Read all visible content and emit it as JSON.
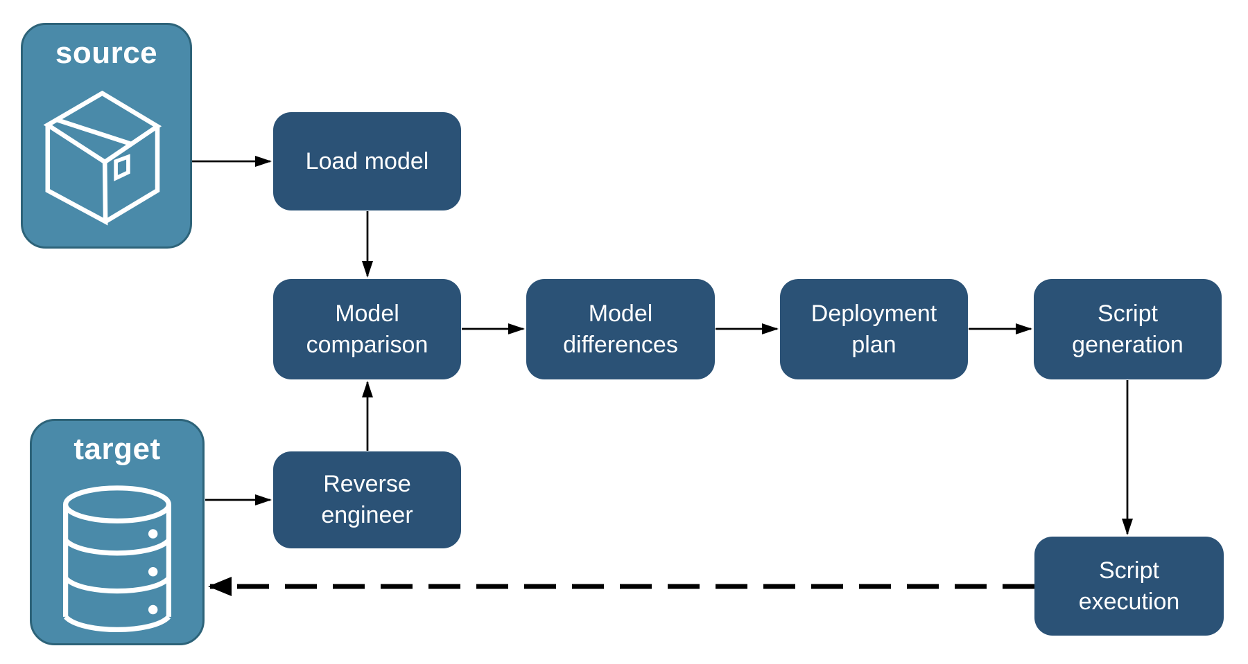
{
  "diagram": {
    "type": "flowchart",
    "background": "#FFFFFF",
    "colors": {
      "entity_fill": "#4A8AA9",
      "entity_border": "#2D6379",
      "process_fill": "#2B5276",
      "text": "#FFFFFF",
      "arrow": "#000000"
    },
    "entities": [
      {
        "id": "source",
        "label": "source",
        "icon": "package-icon"
      },
      {
        "id": "target",
        "label": "target",
        "icon": "database-icon"
      }
    ],
    "processes": [
      {
        "id": "load-model",
        "label": "Load model"
      },
      {
        "id": "model-comparison",
        "label": "Model comparison"
      },
      {
        "id": "model-differences",
        "label": "Model differences"
      },
      {
        "id": "deployment-plan",
        "label": "Deployment plan"
      },
      {
        "id": "script-generation",
        "label": "Script generation"
      },
      {
        "id": "reverse-engineer",
        "label": "Reverse engineer"
      },
      {
        "id": "script-execution",
        "label": "Script execution"
      }
    ],
    "edges": [
      {
        "from": "source",
        "to": "load-model",
        "style": "solid"
      },
      {
        "from": "load-model",
        "to": "model-comparison",
        "style": "solid"
      },
      {
        "from": "model-comparison",
        "to": "model-differences",
        "style": "solid"
      },
      {
        "from": "model-differences",
        "to": "deployment-plan",
        "style": "solid"
      },
      {
        "from": "deployment-plan",
        "to": "script-generation",
        "style": "solid"
      },
      {
        "from": "script-generation",
        "to": "script-execution",
        "style": "solid"
      },
      {
        "from": "target",
        "to": "reverse-engineer",
        "style": "solid"
      },
      {
        "from": "reverse-engineer",
        "to": "model-comparison",
        "style": "solid"
      },
      {
        "from": "script-execution",
        "to": "target",
        "style": "dashed"
      }
    ]
  }
}
